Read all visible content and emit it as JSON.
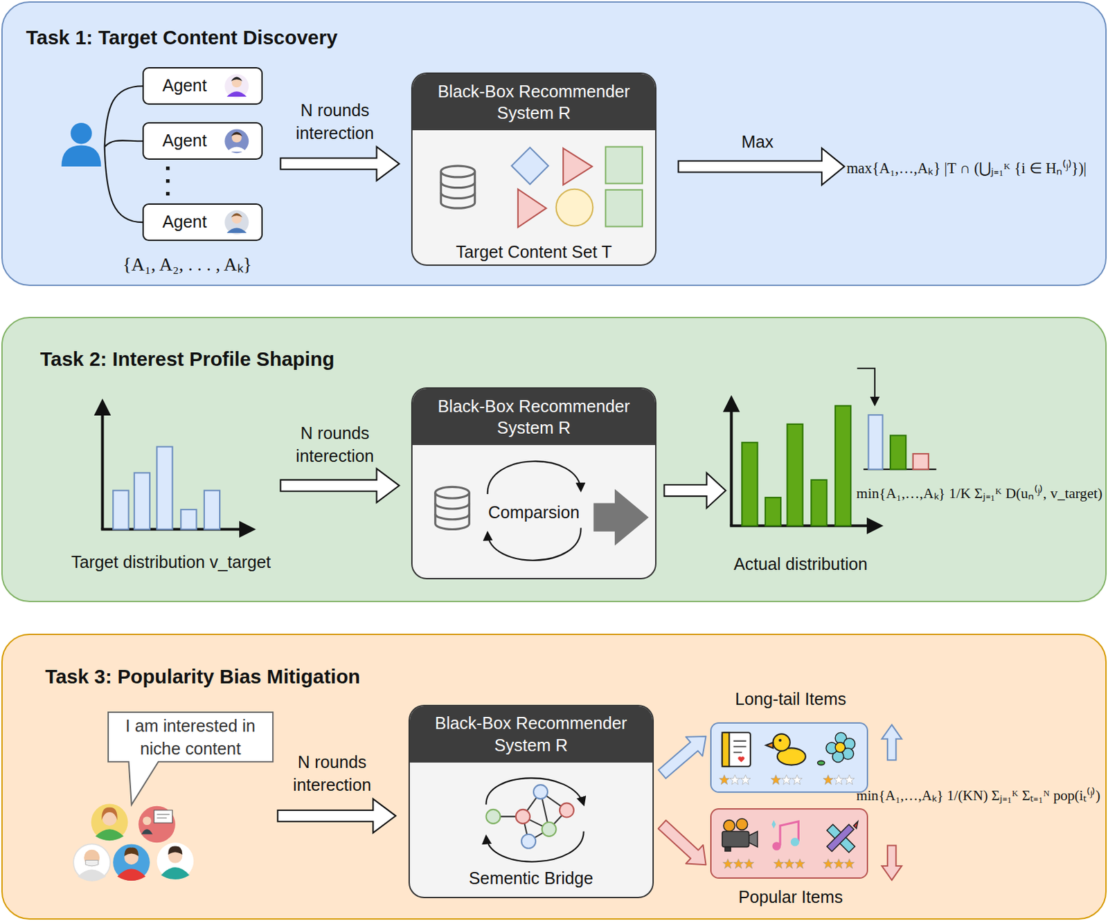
{
  "diagram": {
    "nodes": [
      {
        "text": [
          "Task 1: Target Content Discovery"
        ]
      },
      {
        "text": [
          "Agent"
        ],
        "in": 0
      },
      {
        "text": [
          "Agent"
        ],
        "in": 0
      },
      {
        "text": [
          "Agent"
        ],
        "in": 0
      },
      {
        "text": [
          "Black-Box Recommender System R",
          "Target Content Set T"
        ],
        "in": 0
      },
      {
        "text": [
          "Task 2: Interest Profile Shaping"
        ]
      },
      {
        "text": [
          "Black-Box Recommender System R",
          "Comparsion"
        ],
        "in": 5
      },
      {
        "text": [
          "Task 3: Popularity Bias Mitigation"
        ]
      },
      {
        "text": [
          "I am interested in niche content"
        ],
        "in": 7
      },
      {
        "text": [
          "Black-Box Recommender System R",
          "Sementic Bridge"
        ],
        "in": 7
      },
      {
        "text": [
          "Long-tail Items"
        ],
        "in": 7
      },
      {
        "text": [
          "Popular Items"
        ],
        "in": 7
      }
    ],
    "edges": [
      {
        "from": 9,
        "to": 10,
        "arrow": "to"
      },
      {
        "from": 9,
        "to": 11,
        "arrow": "to"
      }
    ],
    "labels": [
      "{A₁, A₂, . . . , Aₖ}",
      "N rounds interection",
      "Max",
      "max{A₁,…,Aₖ} |T ∩ (⋃ⱼ₌₁ᴷ {i ∈ Hₙ⁽ʲ⁾})|",
      "Target distribution v_target",
      "N rounds interection",
      "Actual distribution",
      "min{A₁,…,Aₖ} 1/K Σⱼ₌₁ᴷ D(uₙ⁽ʲ⁾, v_target)",
      "N rounds interection",
      "min{A₁,…,Aₖ} 1/(KN) Σⱼ₌₁ᴷ Σₜ₌₁ᴺ pop(iₜ⁽ʲ⁾)"
    ]
  }
}
